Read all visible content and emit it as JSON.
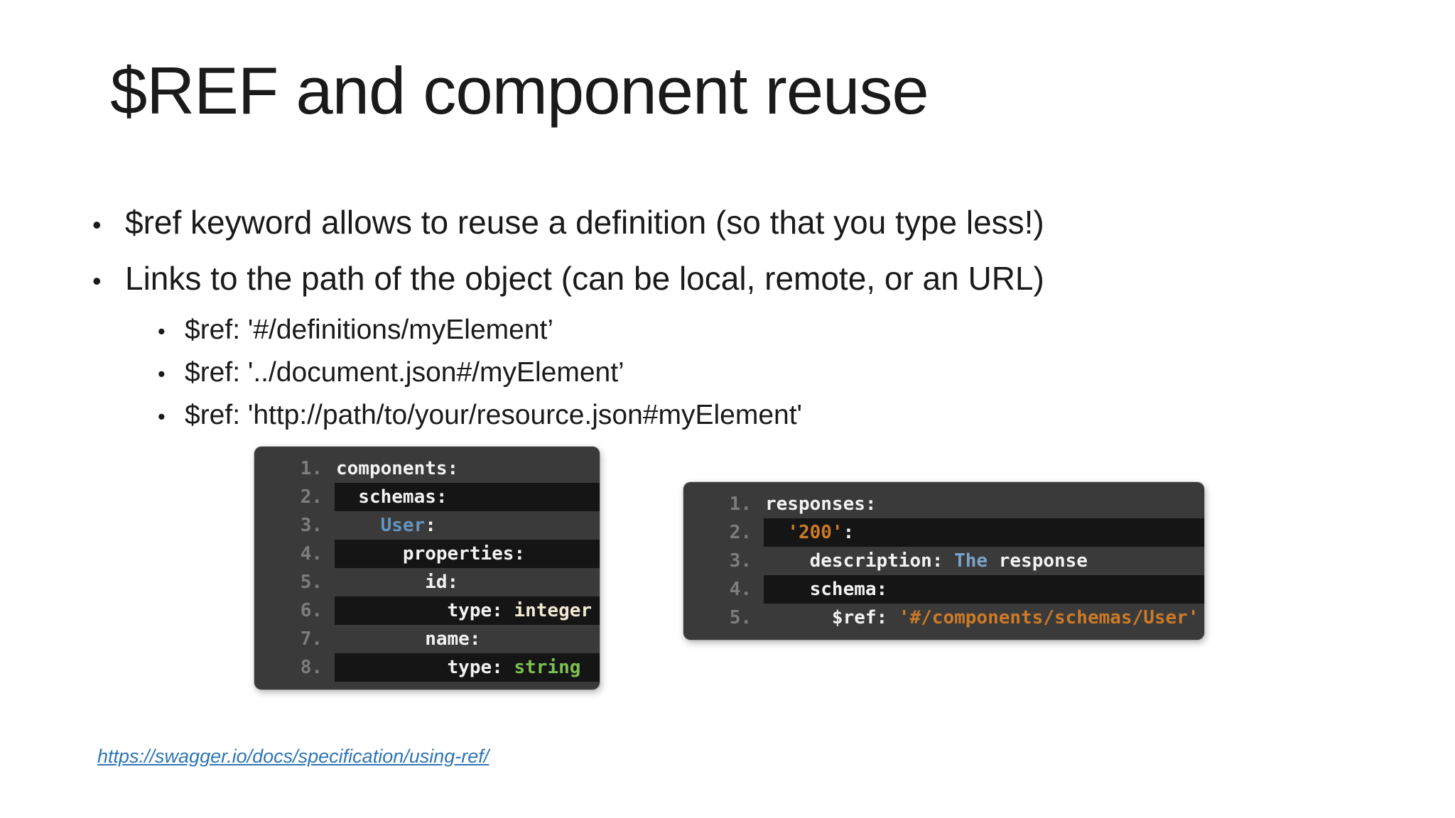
{
  "slide": {
    "title": "$REF and component reuse",
    "bullets": [
      {
        "level": 1,
        "text": "$ref keyword allows to reuse a definition (so that you type less!)"
      },
      {
        "level": 1,
        "text": "Links to the path of the object (can be local, remote, or an URL)"
      },
      {
        "level": 2,
        "text": "$ref: '#/definitions/myElement’"
      },
      {
        "level": 2,
        "text": "$ref: '../document.json#/myElement’"
      },
      {
        "level": 2,
        "text": "$ref: 'http://path/to/your/resource.json#myElement'"
      }
    ],
    "link": {
      "text": "https://swagger.io/docs/specification/using-ref/"
    }
  },
  "colors": {
    "text": "#1a1a1a",
    "link": "#2e75b6",
    "code_bg": "#3a3a3a",
    "code_row_highlight": "#151515",
    "line_number": "#7d7d7d",
    "code_default": "#f2f2f2",
    "token_blue": "#6494bf",
    "token_lightblue": "#7aa3c9",
    "token_green": "#7cc14f",
    "token_cream": "#f0e9d2",
    "token_orange": "#cc7a28"
  },
  "code_blocks": [
    {
      "name": "code-block-components-schema",
      "lines": [
        {
          "num": "1.",
          "hl": false,
          "tokens": [
            {
              "t": "components:",
              "c": "default"
            }
          ]
        },
        {
          "num": "2.",
          "hl": true,
          "tokens": [
            {
              "t": "  schemas:",
              "c": "default"
            }
          ]
        },
        {
          "num": "3.",
          "hl": false,
          "tokens": [
            {
              "t": "    ",
              "c": "default"
            },
            {
              "t": "User",
              "c": "blue"
            },
            {
              "t": ":",
              "c": "default"
            }
          ]
        },
        {
          "num": "4.",
          "hl": true,
          "tokens": [
            {
              "t": "      properties:",
              "c": "default"
            }
          ]
        },
        {
          "num": "5.",
          "hl": false,
          "tokens": [
            {
              "t": "        id:",
              "c": "default"
            }
          ]
        },
        {
          "num": "6.",
          "hl": true,
          "tokens": [
            {
              "t": "          type: ",
              "c": "default"
            },
            {
              "t": "integer",
              "c": "cream"
            }
          ]
        },
        {
          "num": "7.",
          "hl": false,
          "tokens": [
            {
              "t": "        name:",
              "c": "default"
            }
          ]
        },
        {
          "num": "8.",
          "hl": true,
          "tokens": [
            {
              "t": "          type: ",
              "c": "default"
            },
            {
              "t": "string",
              "c": "green"
            }
          ]
        }
      ]
    },
    {
      "name": "code-block-responses-ref",
      "lines": [
        {
          "num": "1.",
          "hl": false,
          "tokens": [
            {
              "t": "responses:",
              "c": "default"
            }
          ]
        },
        {
          "num": "2.",
          "hl": true,
          "tokens": [
            {
              "t": "  ",
              "c": "default"
            },
            {
              "t": "'200'",
              "c": "orange"
            },
            {
              "t": ":",
              "c": "default"
            }
          ]
        },
        {
          "num": "3.",
          "hl": false,
          "tokens": [
            {
              "t": "    description: ",
              "c": "default"
            },
            {
              "t": "The",
              "c": "lightblue"
            },
            {
              "t": " response",
              "c": "default"
            }
          ]
        },
        {
          "num": "4.",
          "hl": true,
          "tokens": [
            {
              "t": "    schema:",
              "c": "default"
            }
          ]
        },
        {
          "num": "5.",
          "hl": false,
          "tokens": [
            {
              "t": "      $ref: ",
              "c": "default"
            },
            {
              "t": "'#/components/schemas/User'",
              "c": "orange"
            }
          ]
        }
      ]
    }
  ]
}
